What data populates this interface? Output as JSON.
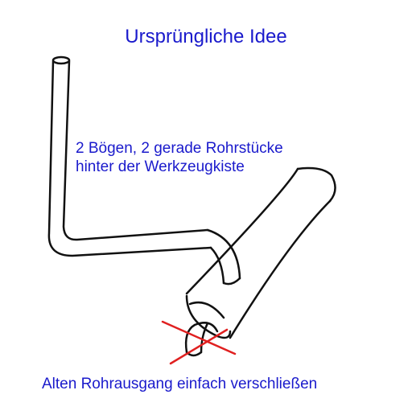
{
  "title": "Ursprüngliche Idee",
  "description": {
    "line1": "2 Bögen, 2 gerade Rohrstücke",
    "line2": "hinter der Werkzeugkiste"
  },
  "footer": "Alten Rohrausgang einfach verschließen",
  "colors": {
    "text": "#1a1acc",
    "stroke": "#111111",
    "cross": "#e02020"
  }
}
